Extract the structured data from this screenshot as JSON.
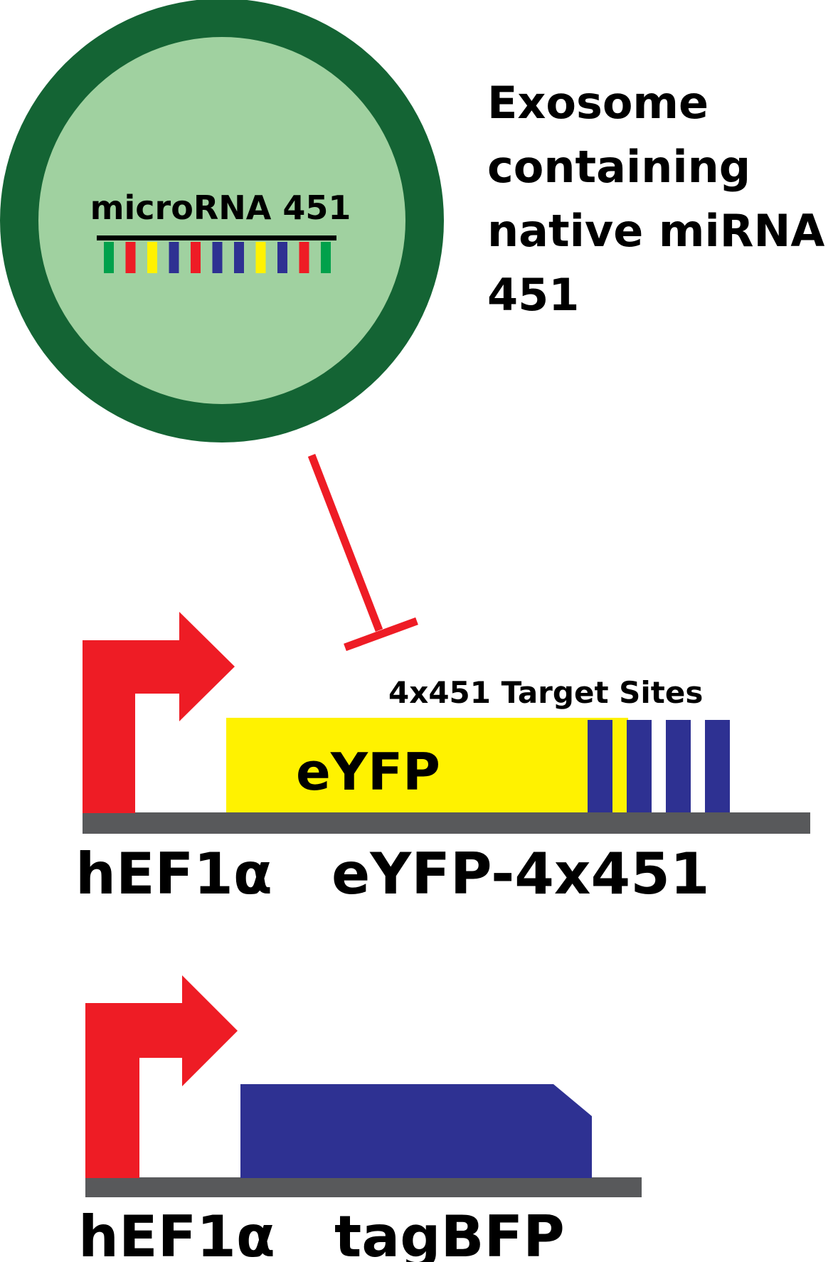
{
  "exosome": {
    "title_lines": [
      "Exosome",
      "containing",
      "native miRNA",
      "451"
    ],
    "cargo_label": "microRNA 451",
    "membrane_color": "#146434",
    "lumen_color": "#a0d1a0",
    "base_colors": [
      "#00a14b",
      "#ee1c25",
      "#fff200",
      "#2e3192",
      "#ee1c25",
      "#2e3192",
      "#2e3192",
      "#fff200",
      "#2e3192",
      "#ee1c25",
      "#00a14b"
    ]
  },
  "inhibition": {
    "color": "#ee1c25",
    "meaning": "inhibits"
  },
  "construct_1": {
    "promoter_label": "hEF1α",
    "gene_label": "eYFP",
    "construct_label": "eYFP-4x451",
    "target_sites_label": "4x451 Target Sites",
    "target_site_count": 4,
    "gene_color": "#fff200",
    "site_color": "#2e3192"
  },
  "construct_2": {
    "promoter_label": "hEF1α",
    "construct_label": "tagBFP",
    "gene_color": "#2e3192"
  },
  "colors": {
    "promoter_arrow": "#ee1c25",
    "backbone": "#58595b"
  }
}
